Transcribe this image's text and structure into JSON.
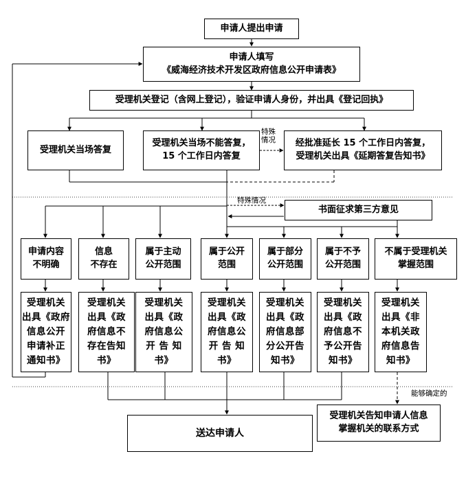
{
  "boxes": {
    "apply": "申请人提出申请",
    "fill_line1": "申请人填写",
    "fill_line2": "《威海经济技术开发区政府信息公开申请表》",
    "register": "受理机关登记（含网上登记），验证申请人身份，并出具《登记回执》",
    "reply_on_spot": "受理机关当场答复",
    "not_on_spot_line1": "受理机关当场不能答复，",
    "not_on_spot_line2": "15 个工作日内答复",
    "extend_line1": "经批准延长 15 个工作日内答复，",
    "extend_line2": "受理机关出具《延期答复告知书》",
    "third_party": "书面征求第三方意见",
    "cat_unclear_1": "申请内容",
    "cat_unclear_2": "不明确",
    "cat_none_1": "信息",
    "cat_none_2": "不存在",
    "cat_active_1": "属于主动",
    "cat_active_2": "公开范围",
    "cat_public_1": "属于公开",
    "cat_public_2": "范围",
    "cat_partial_1": "属于部分",
    "cat_partial_2": "公开范围",
    "cat_notpublic_1": "属于不予",
    "cat_notpublic_2": "公开范围",
    "cat_notheld_1": "不属于受理机关",
    "cat_notheld_2": "掌握范围",
    "res_unclear": [
      "受理机关",
      "出具《政府",
      "信息公开",
      "申请补正",
      "通知书》"
    ],
    "res_none": [
      "受理机关",
      "出具《政",
      "府信息不",
      "存在告知",
      "书》"
    ],
    "res_active": [
      "受理机关",
      "出具《政",
      "府信息公",
      "开 告 知",
      "书》"
    ],
    "res_public": [
      "受理机关",
      "出具《政",
      "府信息公",
      "开 告 知",
      "书》"
    ],
    "res_partial": [
      "受理机关",
      "出具《政",
      "府信息部",
      "分公开告",
      "知书》"
    ],
    "res_notpublic": [
      "受理机关",
      "出具《政",
      "府信息不",
      "予公开告",
      "知书》"
    ],
    "res_notheld": [
      "受理机关",
      "出具《非",
      "本机关政",
      "府信息告",
      "知书》"
    ],
    "deliver": "送达申请人",
    "contact_line1": "受理机关告知申请人信息",
    "contact_line2": "掌握机关的联系方式"
  },
  "notes": {
    "special_case_1": "特殊",
    "special_case_2": "情况",
    "special_case_mid": "特殊情况",
    "determinable": "能够确定的"
  }
}
